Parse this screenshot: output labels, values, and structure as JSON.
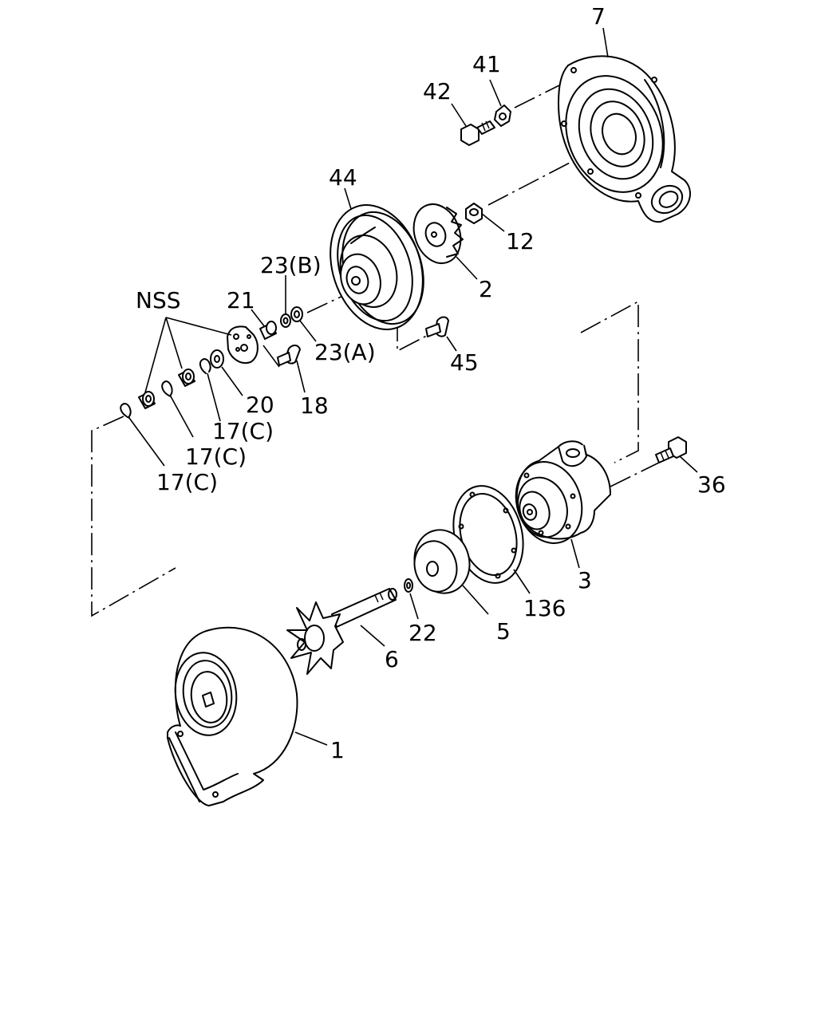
{
  "diagram": {
    "labels": [
      {
        "id": "7",
        "text": "7"
      },
      {
        "id": "41",
        "text": "41"
      },
      {
        "id": "42",
        "text": "42"
      },
      {
        "id": "44",
        "text": "44"
      },
      {
        "id": "12",
        "text": "12"
      },
      {
        "id": "2",
        "text": "2"
      },
      {
        "id": "23b",
        "text": "23(B)"
      },
      {
        "id": "nss",
        "text": "NSS"
      },
      {
        "id": "21",
        "text": "21"
      },
      {
        "id": "23a",
        "text": "23(A)"
      },
      {
        "id": "45",
        "text": "45"
      },
      {
        "id": "20",
        "text": "20"
      },
      {
        "id": "18",
        "text": "18"
      },
      {
        "id": "17c1",
        "text": "17(C)"
      },
      {
        "id": "17c2",
        "text": "17(C)"
      },
      {
        "id": "17c3",
        "text": "17(C)"
      },
      {
        "id": "36",
        "text": "36"
      },
      {
        "id": "3",
        "text": "3"
      },
      {
        "id": "136",
        "text": "136"
      },
      {
        "id": "5",
        "text": "5"
      },
      {
        "id": "22",
        "text": "22"
      },
      {
        "id": "6",
        "text": "6"
      },
      {
        "id": "1",
        "text": "1"
      }
    ]
  }
}
